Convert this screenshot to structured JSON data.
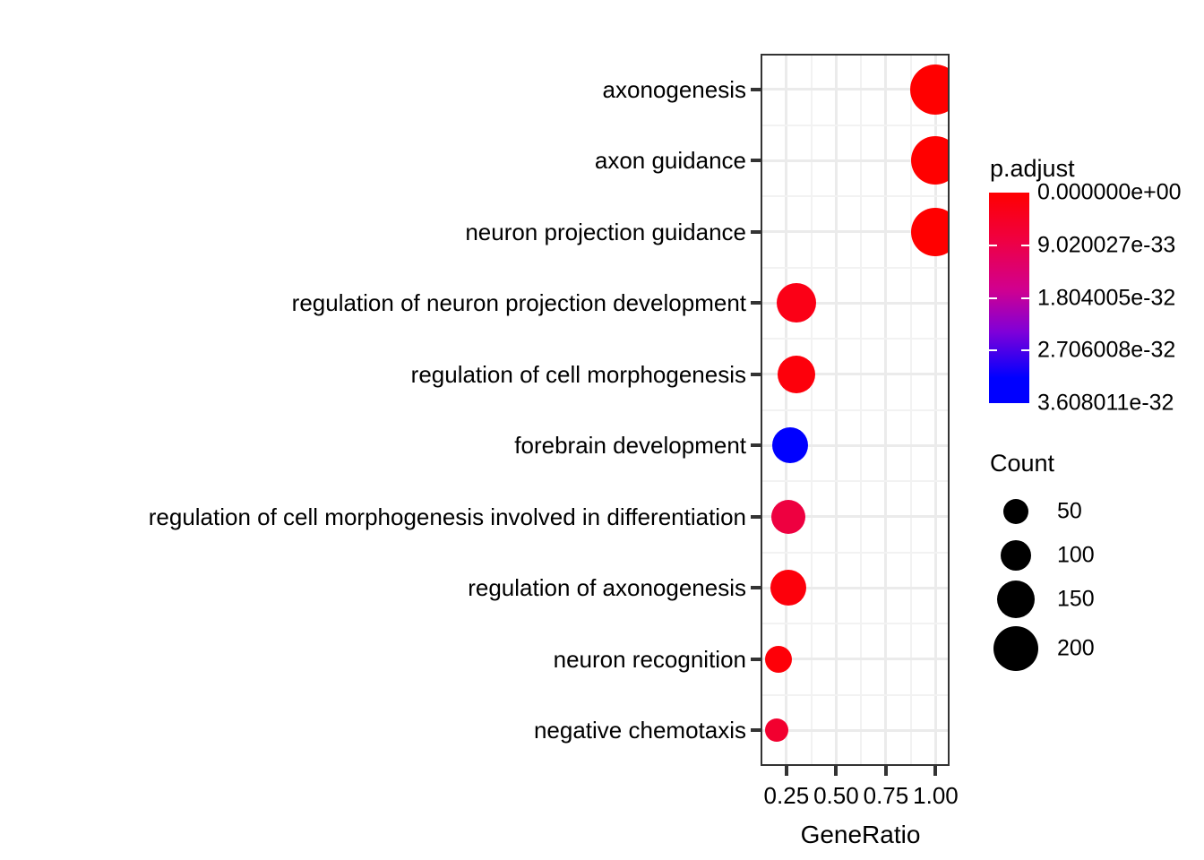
{
  "chart_data": {
    "type": "scatter",
    "title": "",
    "xlabel": "GeneRatio",
    "ylabel": "",
    "xlim": [
      0.12,
      1.07
    ],
    "xticks": [
      0.25,
      0.5,
      0.75,
      1.0
    ],
    "xticklabels": [
      "0.25",
      "0.50",
      "0.75",
      "1.00"
    ],
    "grid": true,
    "categories": [
      "axonogenesis",
      "axon guidance",
      "neuron projection guidance",
      "regulation of neuron projection development",
      "regulation of cell morphogenesis",
      "forebrain development",
      "regulation of cell morphogenesis involved in differentiation",
      "regulation of axonogenesis",
      "neuron recognition",
      "negative chemotaxis"
    ],
    "points": [
      {
        "label": "axonogenesis",
        "gene_ratio": 1.0,
        "count": 228,
        "p_adjust": 0.0,
        "color": "#FF0000",
        "radius": 28
      },
      {
        "label": "axon guidance",
        "gene_ratio": 1.0,
        "count": 215,
        "p_adjust": 0.0,
        "color": "#FF0000",
        "radius": 27
      },
      {
        "label": "neuron projection guidance",
        "gene_ratio": 1.0,
        "count": 213,
        "p_adjust": 0.0,
        "color": "#FF0000",
        "radius": 27
      },
      {
        "label": "regulation of neuron projection development",
        "gene_ratio": 0.3,
        "count": 125,
        "p_adjust": 2e-33,
        "color": "#FB0016",
        "radius": 22
      },
      {
        "label": "regulation of cell morphogenesis",
        "gene_ratio": 0.3,
        "count": 110,
        "p_adjust": 1e-33,
        "color": "#FD000B",
        "radius": 21
      },
      {
        "label": "forebrain development",
        "gene_ratio": 0.27,
        "count": 100,
        "p_adjust": 3.608011e-32,
        "color": "#0000FF",
        "radius": 20
      },
      {
        "label": "regulation of cell morphogenesis involved in differentiation",
        "gene_ratio": 0.26,
        "count": 95,
        "p_adjust": 5e-33,
        "color": "#EE0040",
        "radius": 19
      },
      {
        "label": "regulation of axonogenesis",
        "gene_ratio": 0.26,
        "count": 100,
        "p_adjust": 1e-33,
        "color": "#FD000B",
        "radius": 20
      },
      {
        "label": "neuron recognition",
        "gene_ratio": 0.21,
        "count": 60,
        "p_adjust": 5e-34,
        "color": "#FE0008",
        "radius": 15
      },
      {
        "label": "negative chemotaxis",
        "gene_ratio": 0.2,
        "count": 50,
        "p_adjust": 4e-33,
        "color": "#F2002F",
        "radius": 13
      }
    ],
    "color_legend": {
      "title": "p.adjust",
      "ticks": [
        "0.000000e+00",
        "9.020027e-33",
        "1.804005e-32",
        "2.706008e-32",
        "3.608011e-32"
      ],
      "high_color": "#FF0000",
      "low_color": "#0000FF"
    },
    "size_legend": {
      "title": "Count",
      "values": [
        "50",
        "100",
        "150",
        "200"
      ],
      "radii": [
        14,
        17,
        21,
        25
      ],
      "color": "#000000"
    }
  },
  "axis": {
    "x_title": "GeneRatio"
  }
}
